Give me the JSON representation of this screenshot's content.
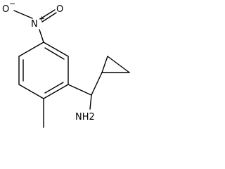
{
  "structure": {
    "labels": {
      "nitro_oxygen_single": "O",
      "nitro_oxygen_charge": "−",
      "nitro_nitrogen": "N",
      "nitro_nitrogen_charge": "+",
      "nitro_oxygen_double": "O",
      "amine": "NH2"
    }
  }
}
